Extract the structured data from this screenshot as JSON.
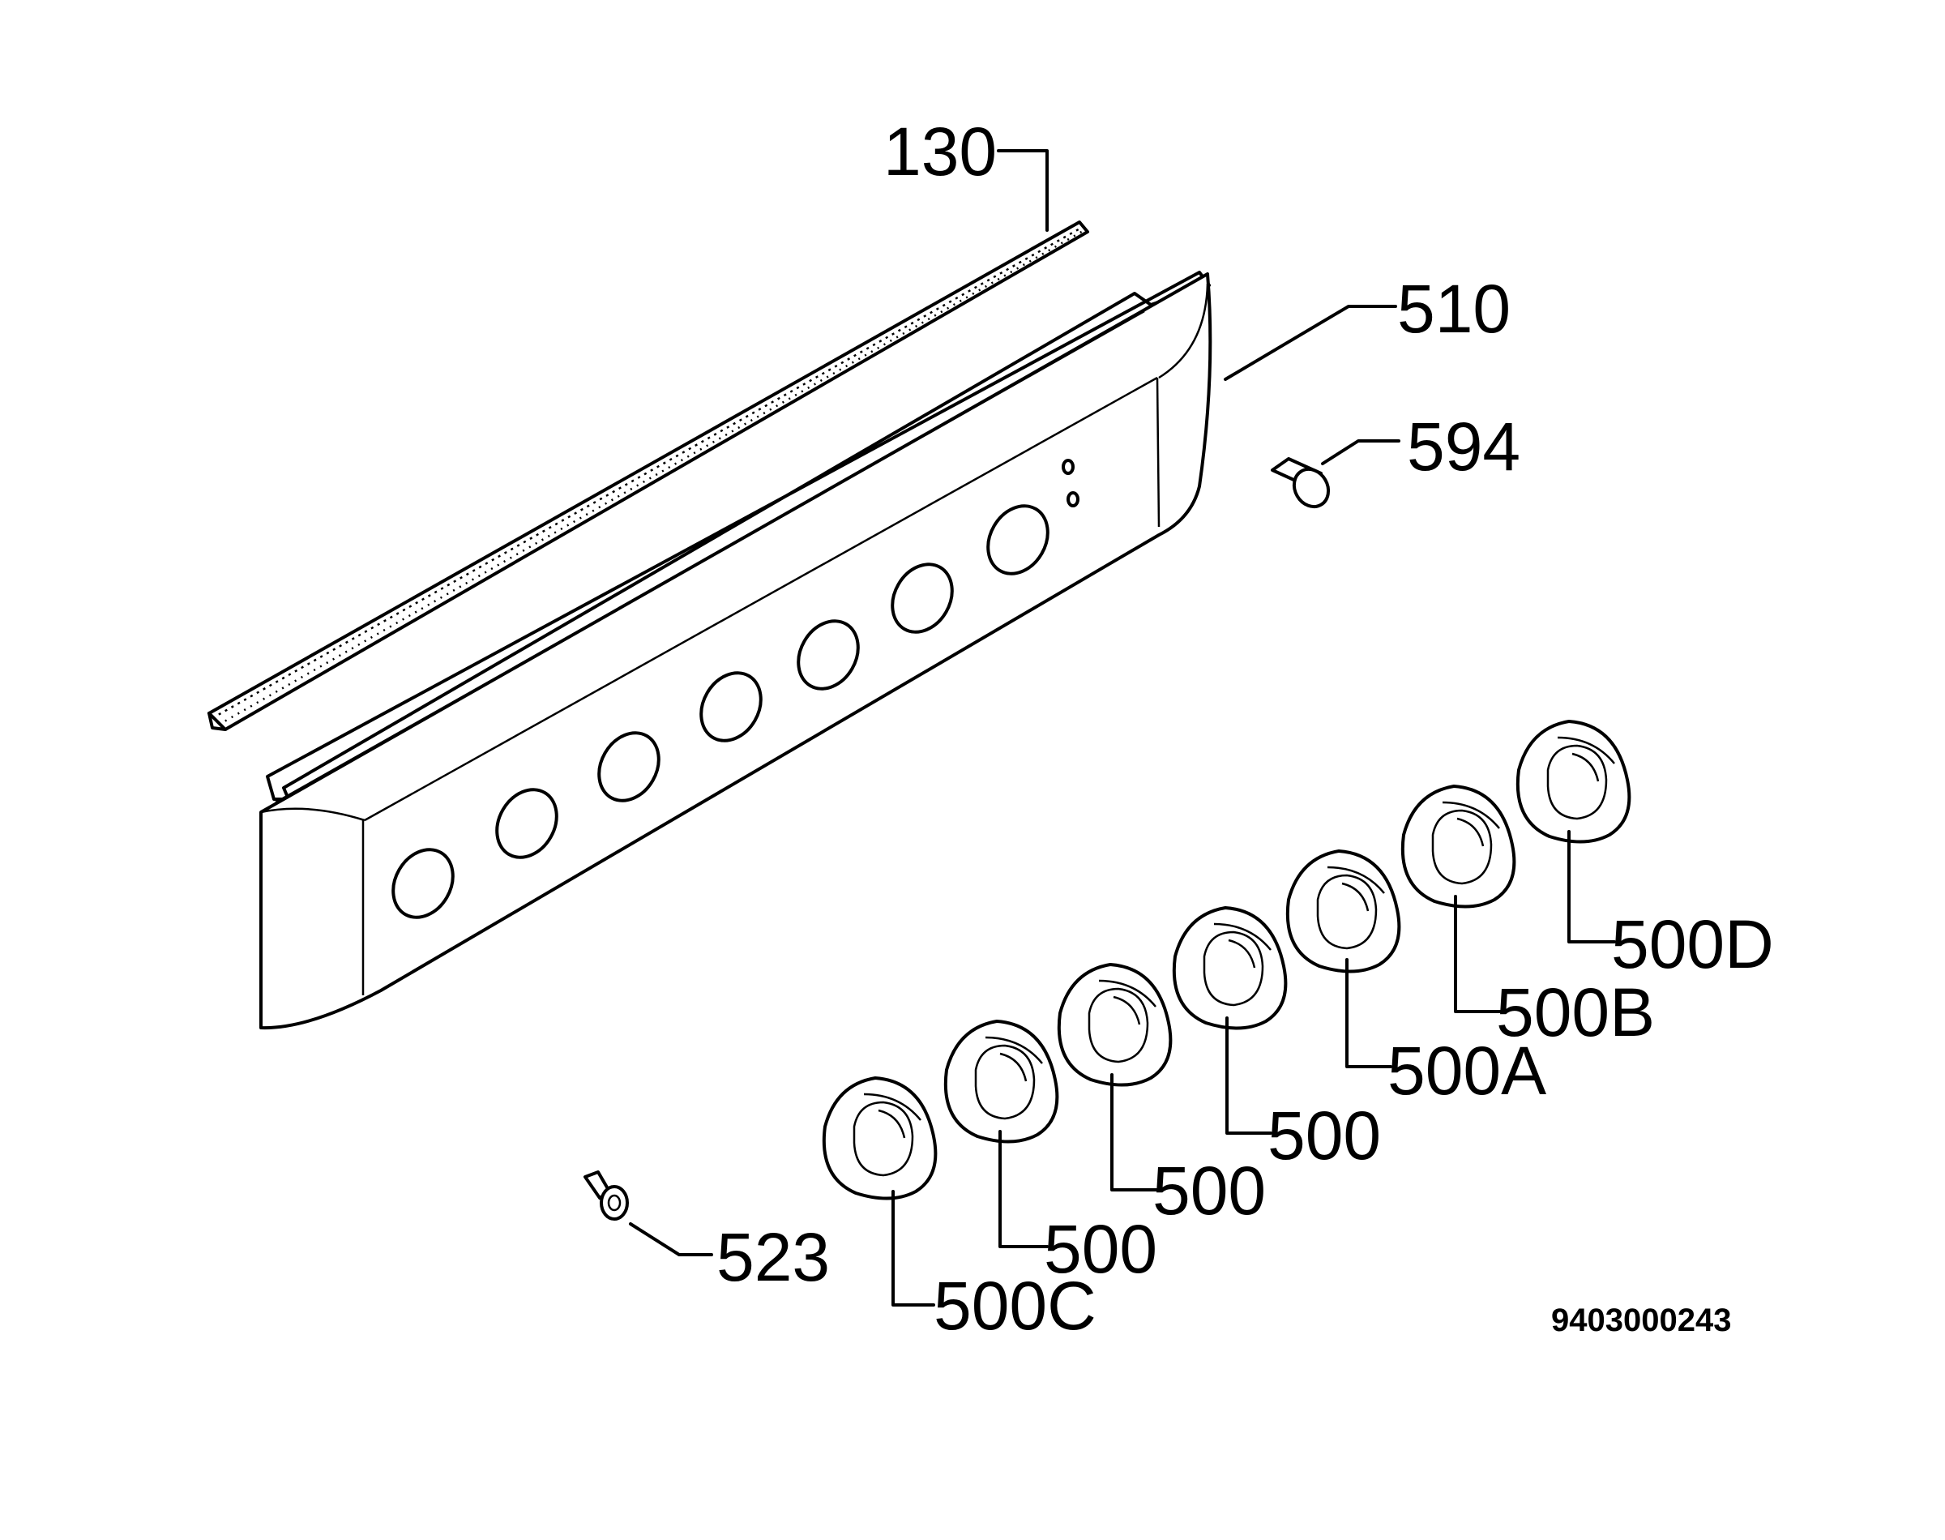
{
  "parts": {
    "gasket": "130",
    "control_panel": "510",
    "indicator_lamp": "594",
    "spring_clip": "523",
    "knobs": [
      "500C",
      "500",
      "500",
      "500",
      "500A",
      "500B",
      "500D"
    ]
  },
  "document_number": "9403000243"
}
